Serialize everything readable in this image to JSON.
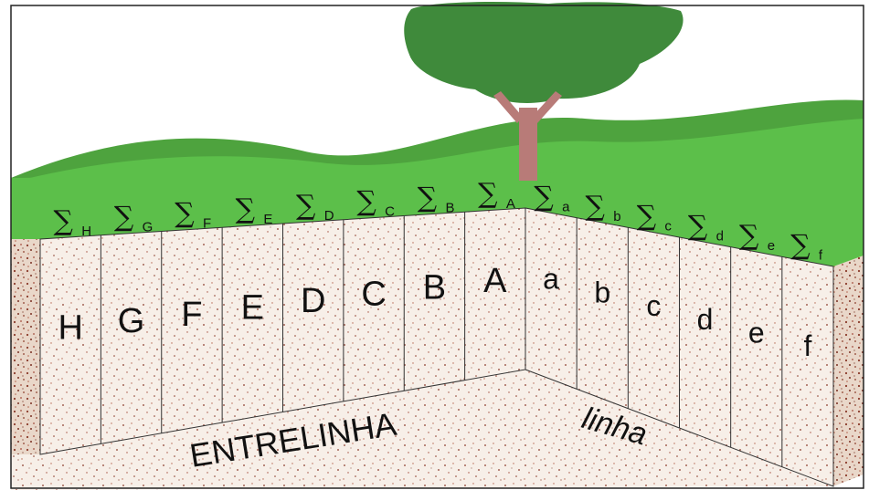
{
  "colors": {
    "sky": "#ffffff",
    "grass": "#5cbf4a",
    "hill_dark": "#4ea33e",
    "tree_canopy": "#3f8a3b",
    "trunk": "#b87b78",
    "soil_light": "#f7efe8",
    "soil_dark": "#dcc7b6",
    "speckle": "#8a3a2a",
    "frame": "#222222"
  },
  "sigma_symbol": "∑",
  "entrelinha": {
    "label": "ENTRELINHA",
    "columns": [
      {
        "letter": "H",
        "subscript": "H"
      },
      {
        "letter": "G",
        "subscript": "G"
      },
      {
        "letter": "F",
        "subscript": "F"
      },
      {
        "letter": "E",
        "subscript": "E"
      },
      {
        "letter": "D",
        "subscript": "D"
      },
      {
        "letter": "C",
        "subscript": "C"
      },
      {
        "letter": "B",
        "subscript": "B"
      },
      {
        "letter": "A",
        "subscript": "A"
      }
    ]
  },
  "linha": {
    "label": "linha",
    "columns": [
      {
        "letter": "a",
        "subscript": "a"
      },
      {
        "letter": "b",
        "subscript": "b"
      },
      {
        "letter": "c",
        "subscript": "c"
      },
      {
        "letter": "d",
        "subscript": "d"
      },
      {
        "letter": "e",
        "subscript": "e"
      },
      {
        "letter": "f",
        "subscript": "f"
      }
    ]
  }
}
